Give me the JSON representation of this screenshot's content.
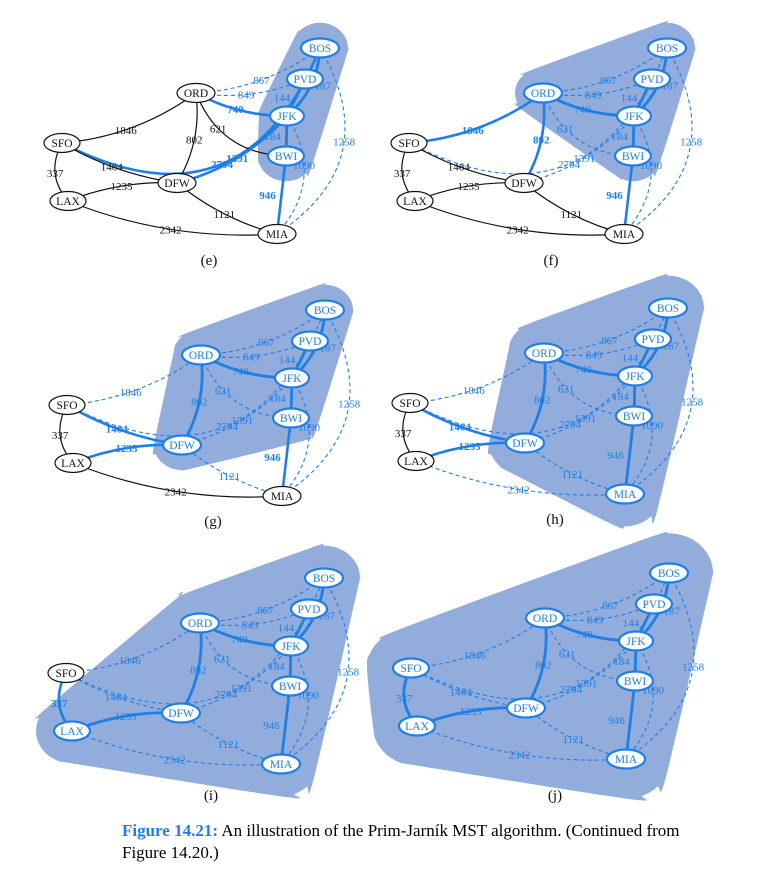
{
  "colors": {
    "blue": "#1e7fe6",
    "region_fill": "#7f9ed6",
    "region_opacity": "0.85",
    "black": "#111111",
    "white": "#ffffff"
  },
  "caption": {
    "label": "Figure 14.21:",
    "text": "An illustration of the Prim-Jarník MST algorithm. (Continued from Figure 14.20.)"
  },
  "nodes": [
    "BOS",
    "PVD",
    "ORD",
    "JFK",
    "SFO",
    "BWI",
    "DFW",
    "LAX",
    "MIA"
  ],
  "edges": [
    {
      "id": "SFO-BOS",
      "u": "SFO",
      "v": "BOS",
      "w": "2704"
    },
    {
      "id": "ORD-BOS",
      "u": "ORD",
      "v": "BOS",
      "w": "867"
    },
    {
      "id": "ORD-PVD",
      "u": "ORD",
      "v": "PVD",
      "w": "849"
    },
    {
      "id": "BOS-JFK",
      "u": "BOS",
      "v": "JFK",
      "w": "187"
    },
    {
      "id": "PVD-JFK",
      "u": "PVD",
      "v": "JFK",
      "w": "144"
    },
    {
      "id": "ORD-JFK",
      "u": "ORD",
      "v": "JFK",
      "w": "740"
    },
    {
      "id": "ORD-BWI",
      "u": "ORD",
      "v": "BWI",
      "w": "621"
    },
    {
      "id": "SFO-ORD",
      "u": "SFO",
      "v": "ORD",
      "w": "1846"
    },
    {
      "id": "ORD-DFW",
      "u": "ORD",
      "v": "DFW",
      "w": "802"
    },
    {
      "id": "JFK-BWI",
      "u": "JFK",
      "v": "BWI",
      "w": "184"
    },
    {
      "id": "BOS-MIA",
      "u": "BOS",
      "v": "MIA",
      "w": "1258"
    },
    {
      "id": "JFK-DFW",
      "u": "JFK",
      "v": "DFW",
      "w": "1391"
    },
    {
      "id": "JFK-MIA",
      "u": "JFK",
      "v": "MIA",
      "w": "1090"
    },
    {
      "id": "SFO-DFW",
      "u": "SFO",
      "v": "DFW",
      "w": "1464"
    },
    {
      "id": "SFO-LAX",
      "u": "SFO",
      "v": "LAX",
      "w": "337"
    },
    {
      "id": "LAX-DFW",
      "u": "LAX",
      "v": "DFW",
      "w": "1235"
    },
    {
      "id": "BWI-MIA",
      "u": "BWI",
      "v": "MIA",
      "w": "946"
    },
    {
      "id": "DFW-MIA",
      "u": "DFW",
      "v": "MIA",
      "w": "1121"
    },
    {
      "id": "LAX-MIA",
      "u": "LAX",
      "v": "MIA",
      "w": "2342"
    }
  ],
  "panels": [
    {
      "label": "(e)",
      "cloud": [
        "BOS",
        "PVD",
        "JFK",
        "BWI"
      ],
      "tree": [
        "BOS-JFK",
        "PVD-JFK",
        "JFK-BWI"
      ],
      "bold": [
        "SFO-BOS",
        "ORD-JFK",
        "JFK-DFW",
        "BWI-MIA"
      ],
      "dashed": [
        "ORD-BOS",
        "ORD-PVD",
        "BOS-MIA",
        "JFK-MIA"
      ]
    },
    {
      "label": "(f)",
      "cloud": [
        "BOS",
        "PVD",
        "ORD",
        "JFK",
        "BWI"
      ],
      "tree": [
        "BOS-JFK",
        "PVD-JFK",
        "JFK-BWI",
        "ORD-JFK"
      ],
      "bold": [
        "SFO-ORD",
        "ORD-DFW",
        "BWI-MIA"
      ],
      "dashed": [
        "SFO-BOS",
        "ORD-BOS",
        "ORD-PVD",
        "ORD-BWI",
        "BOS-MIA",
        "JFK-DFW",
        "JFK-MIA"
      ]
    },
    {
      "label": "(g)",
      "cloud": [
        "BOS",
        "PVD",
        "ORD",
        "JFK",
        "BWI",
        "DFW"
      ],
      "tree": [
        "BOS-JFK",
        "PVD-JFK",
        "JFK-BWI",
        "ORD-JFK",
        "ORD-DFW"
      ],
      "bold": [
        "SFO-DFW",
        "LAX-DFW",
        "BWI-MIA"
      ],
      "dashed": [
        "SFO-BOS",
        "ORD-BOS",
        "ORD-PVD",
        "ORD-BWI",
        "BOS-MIA",
        "JFK-DFW",
        "JFK-MIA",
        "SFO-ORD",
        "DFW-MIA"
      ]
    },
    {
      "label": "(h)",
      "cloud": [
        "BOS",
        "PVD",
        "ORD",
        "JFK",
        "BWI",
        "DFW",
        "MIA"
      ],
      "tree": [
        "BOS-JFK",
        "PVD-JFK",
        "JFK-BWI",
        "ORD-JFK",
        "ORD-DFW",
        "BWI-MIA"
      ],
      "bold": [
        "SFO-DFW",
        "LAX-DFW"
      ],
      "dashed": [
        "SFO-BOS",
        "ORD-BOS",
        "ORD-PVD",
        "ORD-BWI",
        "BOS-MIA",
        "JFK-DFW",
        "JFK-MIA",
        "SFO-ORD",
        "DFW-MIA",
        "LAX-MIA"
      ]
    },
    {
      "label": "(i)",
      "cloud": [
        "BOS",
        "PVD",
        "ORD",
        "JFK",
        "BWI",
        "DFW",
        "MIA",
        "LAX"
      ],
      "tree": [
        "BOS-JFK",
        "PVD-JFK",
        "JFK-BWI",
        "ORD-JFK",
        "ORD-DFW",
        "BWI-MIA",
        "LAX-DFW"
      ],
      "bold": [
        "SFO-LAX"
      ],
      "dashed": [
        "SFO-BOS",
        "ORD-BOS",
        "ORD-PVD",
        "ORD-BWI",
        "BOS-MIA",
        "JFK-DFW",
        "JFK-MIA",
        "SFO-ORD",
        "DFW-MIA",
        "LAX-MIA",
        "SFO-DFW"
      ]
    },
    {
      "label": "(j)",
      "cloud": [
        "BOS",
        "PVD",
        "ORD",
        "JFK",
        "BWI",
        "DFW",
        "MIA",
        "LAX",
        "SFO"
      ],
      "tree": [
        "BOS-JFK",
        "PVD-JFK",
        "JFK-BWI",
        "ORD-JFK",
        "ORD-DFW",
        "BWI-MIA",
        "LAX-DFW",
        "SFO-LAX"
      ],
      "bold": [],
      "dashed": [
        "SFO-BOS",
        "ORD-BOS",
        "ORD-PVD",
        "ORD-BWI",
        "BOS-MIA",
        "JFK-DFW",
        "JFK-MIA",
        "SFO-ORD",
        "DFW-MIA",
        "LAX-MIA",
        "SFO-DFW"
      ]
    }
  ]
}
